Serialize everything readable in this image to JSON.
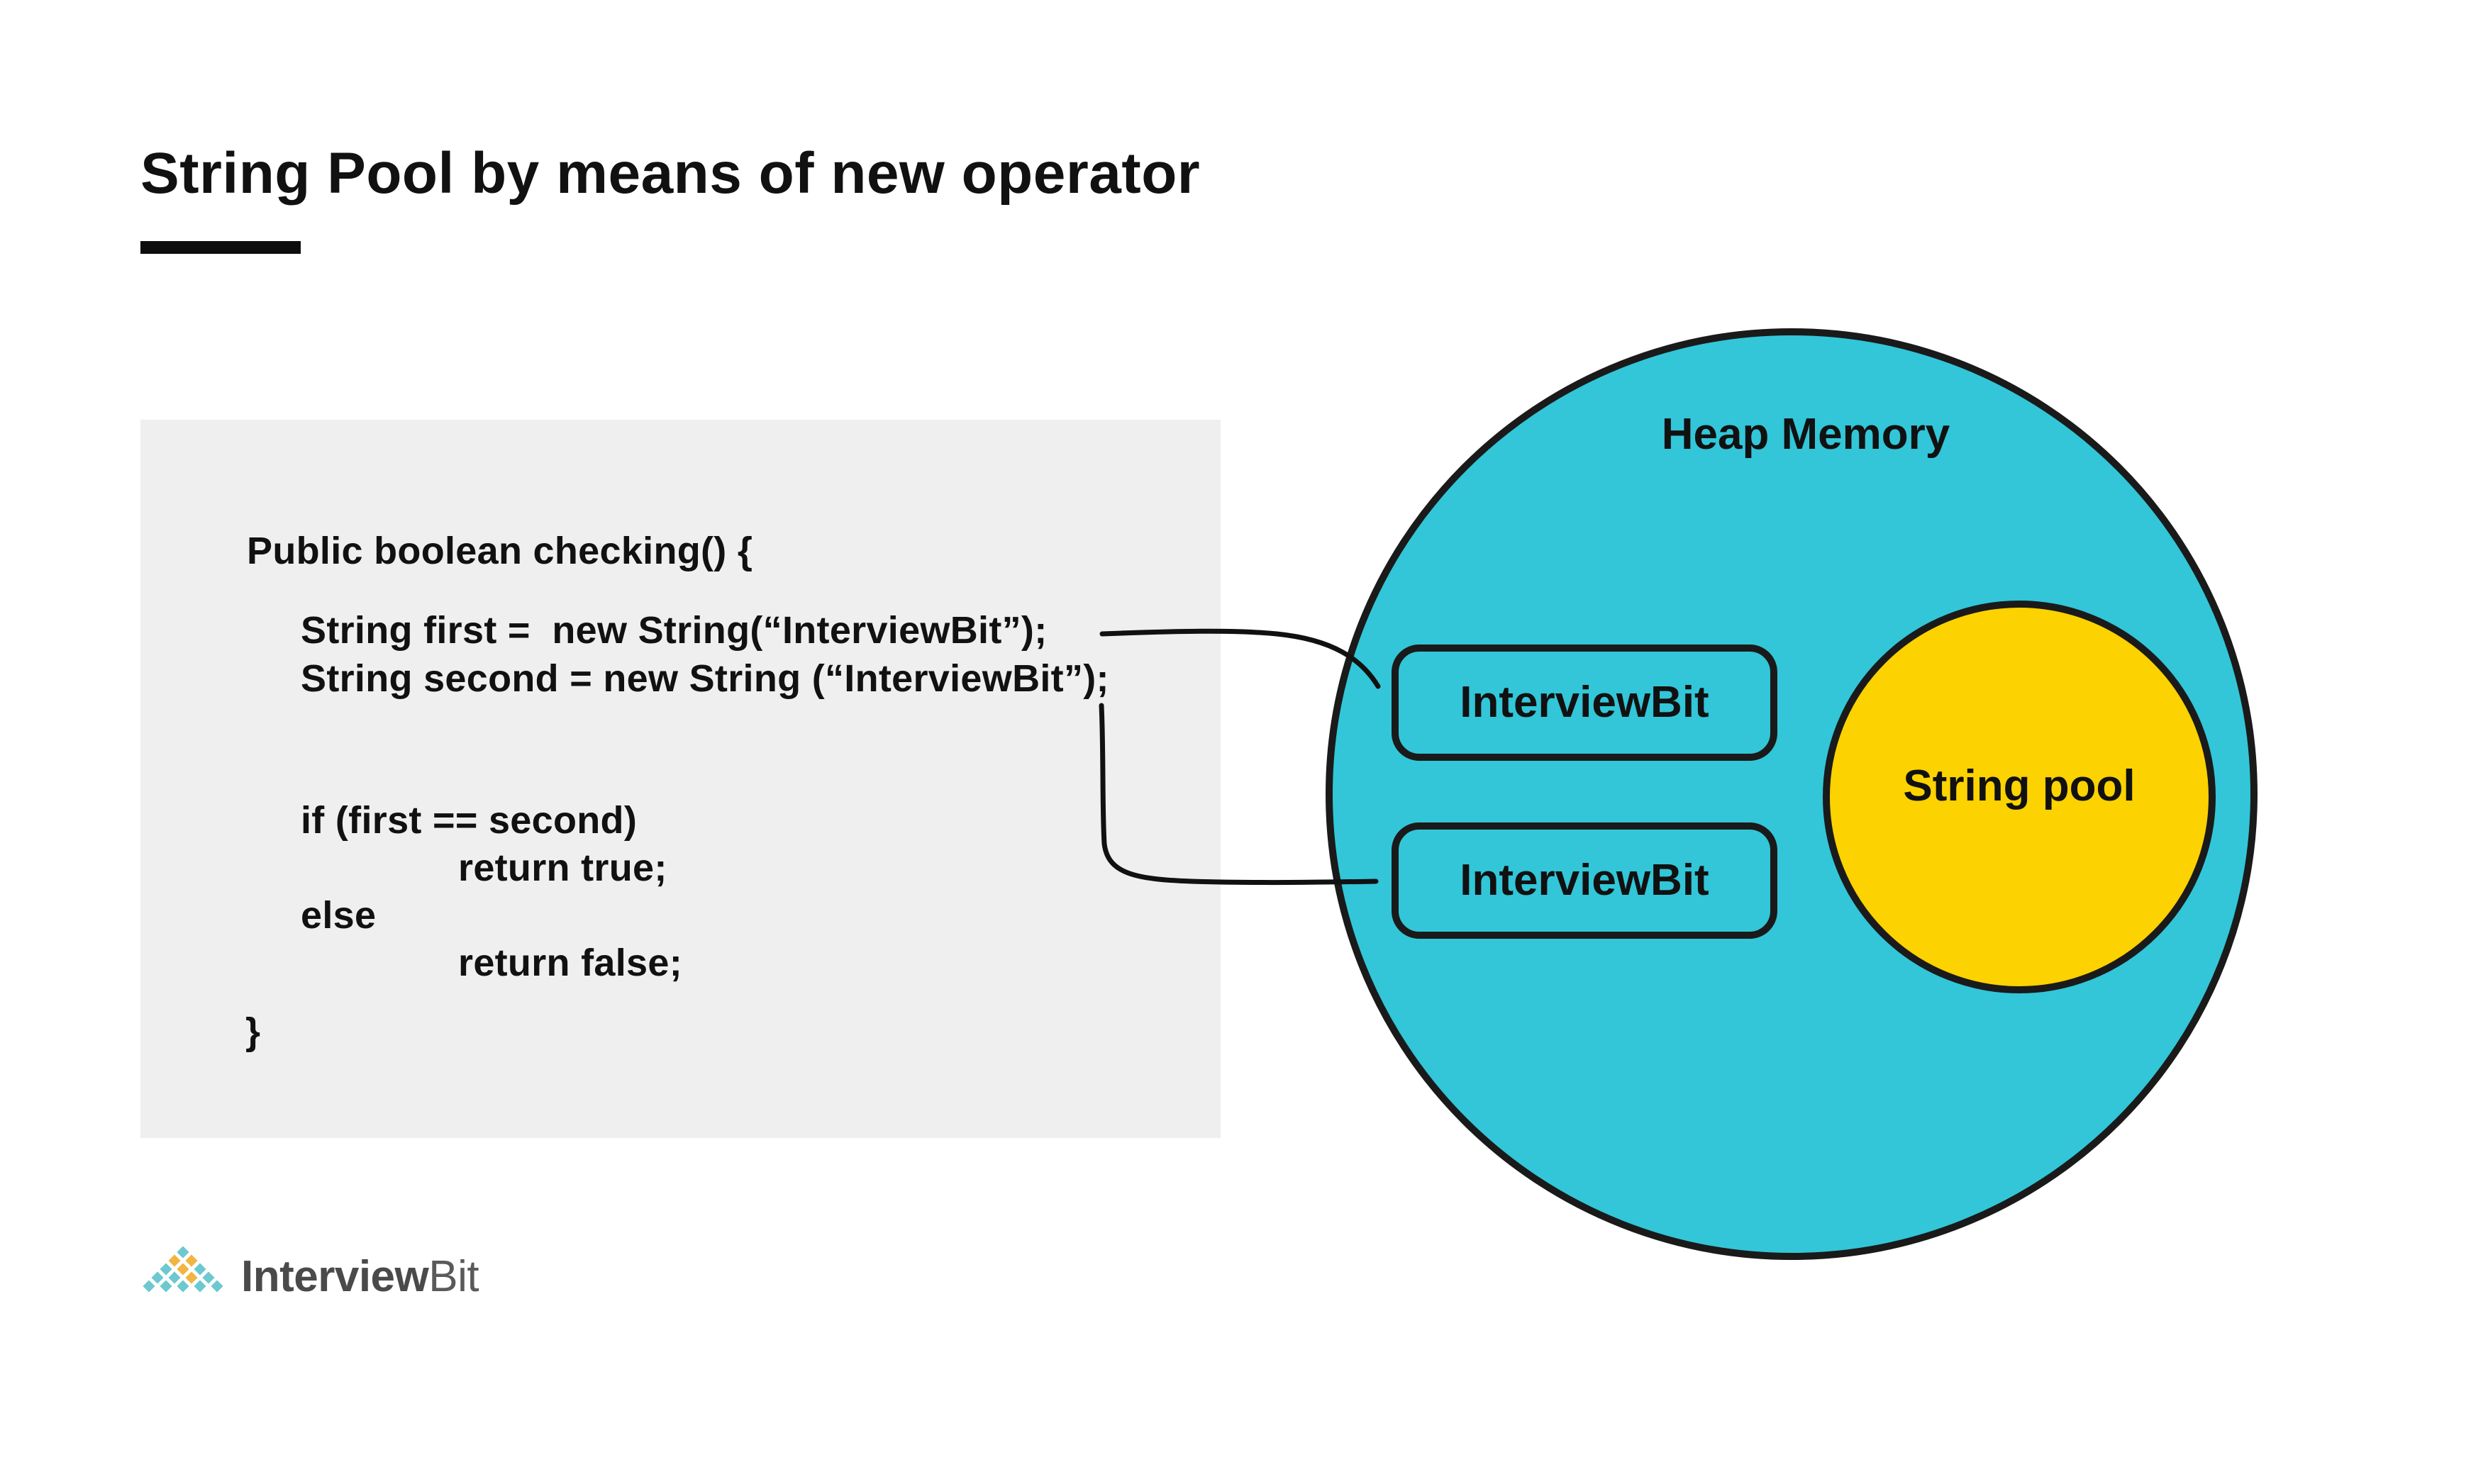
{
  "title": "String Pool by means of new operator",
  "code": {
    "line1": "Public boolean checking() {",
    "line2": "String first =  new String(“InterviewBit”);",
    "line3": "String second = new String (“InterviewBit”);",
    "line4": "if (first == second)",
    "line5": "return true;",
    "line6": "else",
    "line7": "return false;",
    "line8": "}"
  },
  "heap": {
    "label": "Heap Memory",
    "object1": "InterviewBit",
    "object2": "InterviewBit",
    "pool_label": "String pool"
  },
  "logo": {
    "bold": "Interview",
    "light": "Bit"
  },
  "colors": {
    "heap_fill": "#32c6d8",
    "pool_fill": "#fcd200",
    "outline": "#1a1a1a",
    "code_bg": "#efefef"
  }
}
